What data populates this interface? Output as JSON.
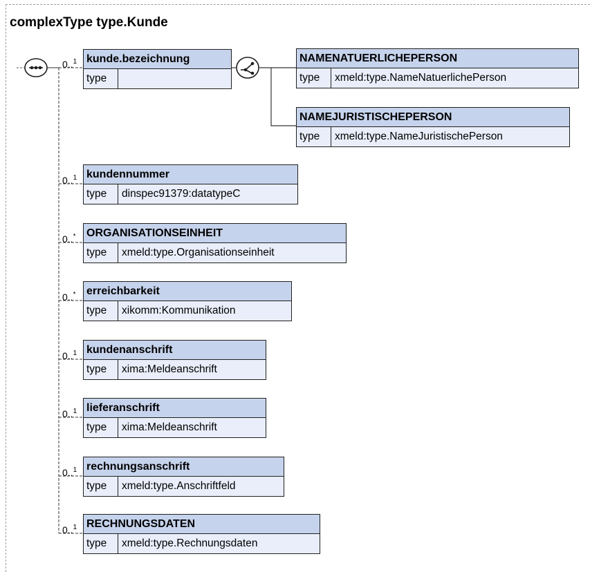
{
  "title": "complexType type.Kunde",
  "compositors": {
    "sequence_icon": "sequence-icon",
    "choice_icon": "choice-icon"
  },
  "choice_children": [
    {
      "name": "NAMENATUERLICHEPERSON",
      "type_label": "type",
      "type": "xmeld:type.NameNatuerlichePerson"
    },
    {
      "name": "NAMEJURISTISCHEPERSON",
      "type_label": "type",
      "type": "xmeld:type.NameJuristischePerson"
    }
  ],
  "elements": [
    {
      "name": "kunde.bezeichnung",
      "type_label": "type",
      "type": "",
      "min": "0",
      "max": "1"
    },
    {
      "name": "kundennummer",
      "type_label": "type",
      "type": "dinspec91379:datatypeC",
      "min": "0",
      "max": "1"
    },
    {
      "name": "ORGANISATIONSEINHEIT",
      "type_label": "type",
      "type": "xmeld:type.Organisationseinheit",
      "min": "0",
      "max": "*"
    },
    {
      "name": "erreichbarkeit",
      "type_label": "type",
      "type": "xikomm:Kommunikation",
      "min": "0",
      "max": "*"
    },
    {
      "name": "kundenanschrift",
      "type_label": "type",
      "type": "xima:Meldeanschrift",
      "min": "0",
      "max": "1"
    },
    {
      "name": "lieferanschrift",
      "type_label": "type",
      "type": "xima:Meldeanschrift",
      "min": "0",
      "max": "1"
    },
    {
      "name": "rechnungsanschrift",
      "type_label": "type",
      "type": "xmeld:type.Anschriftfeld",
      "min": "0",
      "max": "1"
    },
    {
      "name": "RECHNUNGSDATEN",
      "type_label": "type",
      "type": "xmeld:type.Rechnungsdaten",
      "min": "0",
      "max": "1"
    }
  ]
}
